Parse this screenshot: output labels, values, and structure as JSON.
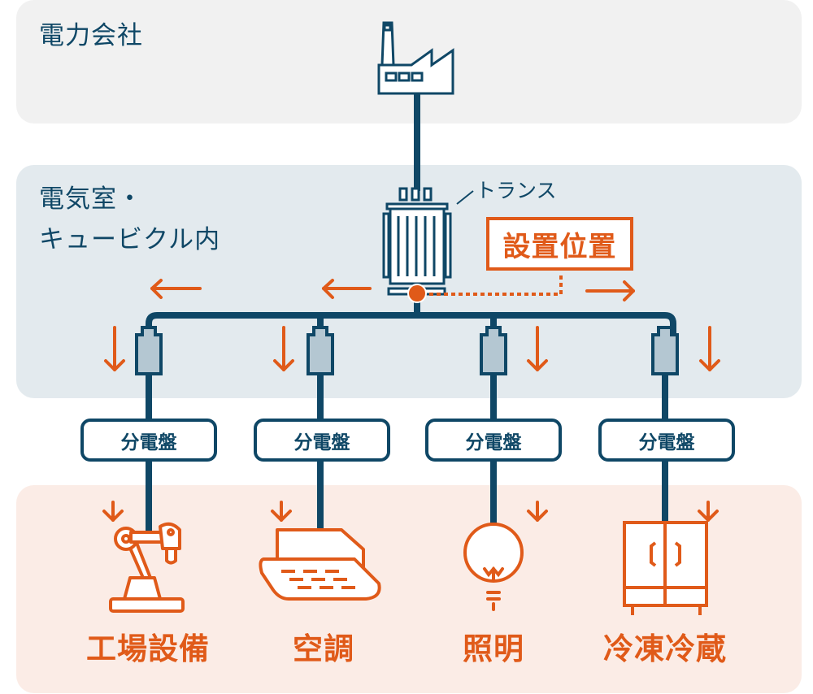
{
  "zones": {
    "utility": "電力会社",
    "room_line1": "電気室・",
    "room_line2": "キュービクル内"
  },
  "transformer": {
    "label": "トランス"
  },
  "install_position": {
    "label": "設置位置"
  },
  "panelboards": [
    {
      "label": "分電盤"
    },
    {
      "label": "分電盤"
    },
    {
      "label": "分電盤"
    },
    {
      "label": "分電盤"
    }
  ],
  "loads": [
    {
      "label": "工場設備",
      "icon": "robot-arm-icon"
    },
    {
      "label": "空調",
      "icon": "air-conditioner-icon"
    },
    {
      "label": "照明",
      "icon": "light-bulb-icon"
    },
    {
      "label": "冷凍冷蔵",
      "icon": "refrigerator-icon"
    }
  ],
  "colors": {
    "line": "#0f4766",
    "accent": "#e05a19",
    "breaker_fill": "#b4c7d2",
    "utility_bg": "#f1f1f1",
    "room_bg": "#e3eaee",
    "loads_bg": "#fbece6"
  }
}
